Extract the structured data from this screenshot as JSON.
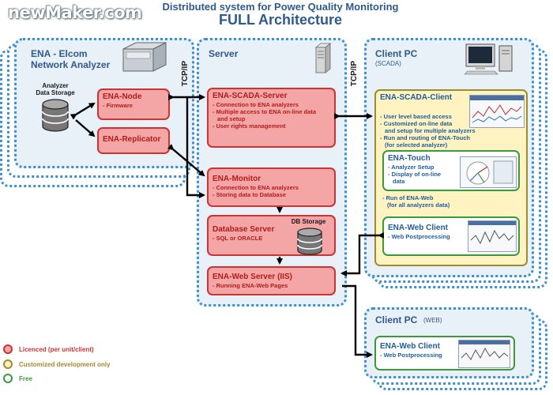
{
  "logo": "newMaker.com",
  "title": {
    "line1": "Distributed system for Power Quality Monitoring",
    "line2": "FULL Architecture"
  },
  "panels": {
    "ena": {
      "title_line1": "ENA - Elcom",
      "title_line2": "Network Analyzer"
    },
    "server": {
      "title": "Server"
    },
    "client_scada": {
      "title": "Client PC",
      "subtitle": "(SCADA)"
    },
    "client_web": {
      "title": "Client PC",
      "subtitle": "(WEB)"
    }
  },
  "labels": {
    "analyzer_storage_line1": "Analyzer",
    "analyzer_storage_line2": "Data Storage",
    "db_storage": "DB Storage",
    "tcpip_left": "TCP/IP",
    "tcpip_right": "TCP/IP"
  },
  "boxes": {
    "ena_node": {
      "title": "ENA-Node",
      "items": [
        "- Firmware"
      ]
    },
    "ena_replicator": {
      "title": "ENA-Replicator"
    },
    "ena_scada_server": {
      "title": "ENA-SCADA-Server",
      "items": [
        "- Connection to ENA analyzers",
        "- Multiple access to ENA on-line data",
        "  and setup",
        "- User rights management"
      ]
    },
    "ena_monitor": {
      "title": "ENA-Monitor",
      "items": [
        "- Connection to ENA analyzers",
        "- Storing data to Database"
      ]
    },
    "db_server": {
      "title": "Database Server",
      "items": [
        "- SQL or ORACLE"
      ]
    },
    "ena_web_server": {
      "title": "ENA-Web Server (IIS)",
      "items": [
        "- Running ENA-Web Pages"
      ]
    },
    "ena_scada_client": {
      "title": "ENA-SCADA-Client",
      "items": [
        "- User level based access",
        "- Customized on-line data",
        "  and setup for multiple analyzers",
        "- Run and routing of ENA-Touch",
        "  (for selected analyzer)"
      ]
    },
    "ena_touch": {
      "title": "ENA-Touch",
      "items": [
        "- Analyzer Setup",
        "- Display of on-line",
        "  data"
      ]
    },
    "run_web": {
      "items": [
        "- Run of ENA-Web",
        "  (for all analyzers data)"
      ]
    },
    "ena_web_client_scada": {
      "title": "ENA-Web Client",
      "items": [
        "- Web Postprocessing"
      ]
    },
    "ena_web_client_web": {
      "title": "ENA-Web Client",
      "items": [
        "- Web Postprocessing"
      ]
    }
  },
  "legend": [
    {
      "label": "Licenced (per unit/client)",
      "color": "#cc3333",
      "fill": "#f4a6a6"
    },
    {
      "label": "Customized development only",
      "color": "#a08a30",
      "fill": "#fff3c2"
    },
    {
      "label": "Free",
      "color": "#3a9a3a",
      "fill": "#ffffff"
    }
  ],
  "colors": {
    "panel_border": "#3a8fd6",
    "licenced": "#cc3333",
    "custom": "#a08a30",
    "free": "#3a9a3a",
    "title": "#2f5a8c"
  }
}
